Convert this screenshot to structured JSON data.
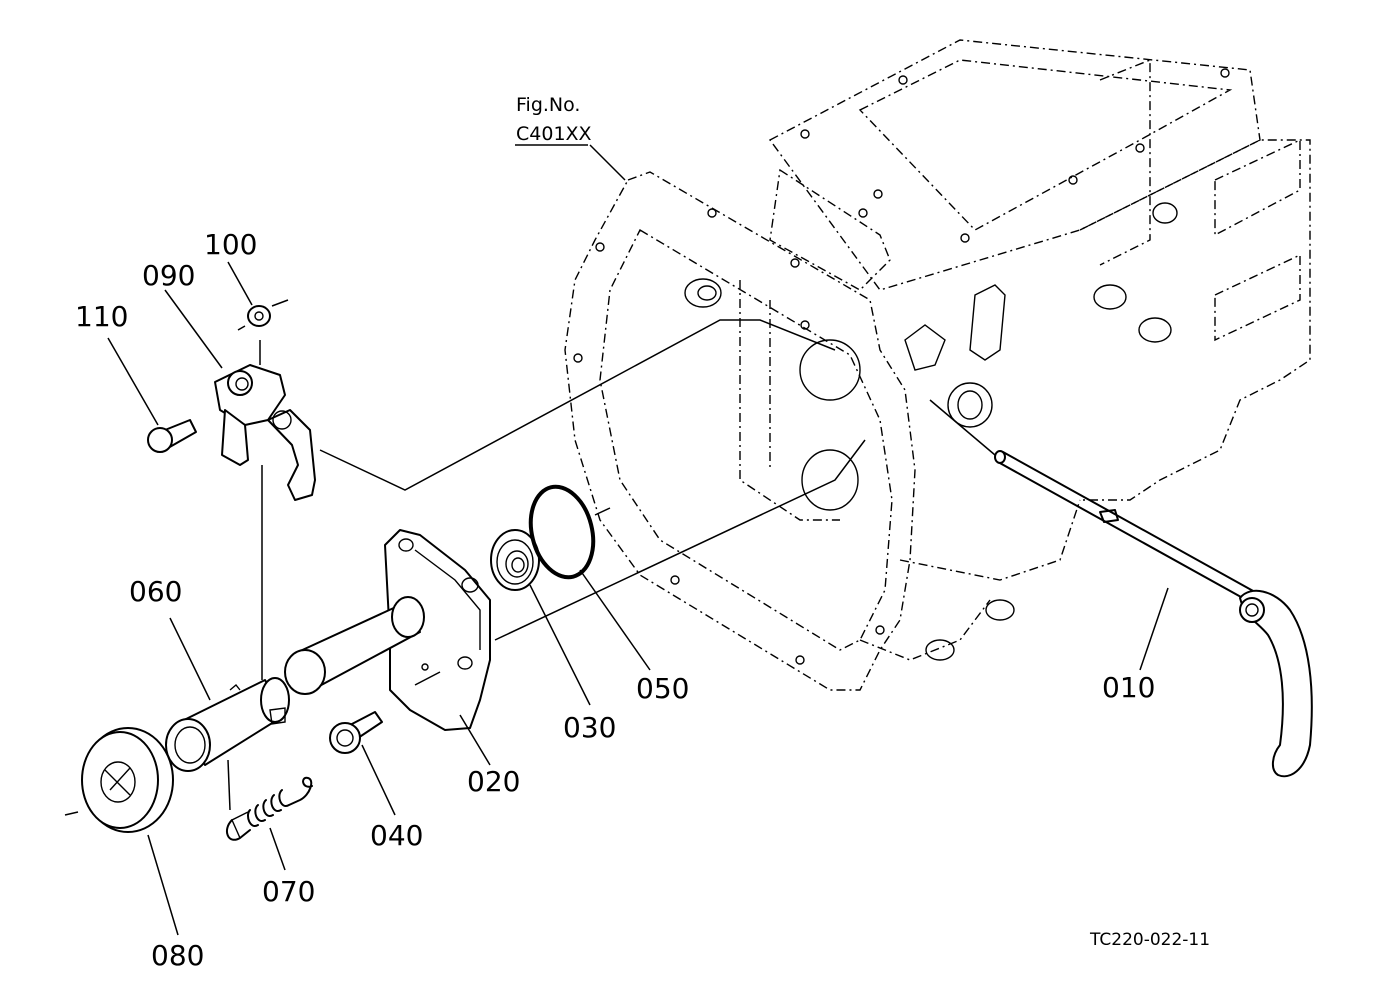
{
  "figure": {
    "label_line1": "Fig.No.",
    "label_line2": "C401XX",
    "drawing_ref": "TC220-022-11"
  },
  "parts": [
    {
      "id": "p010",
      "label": "010"
    },
    {
      "id": "p020",
      "label": "020"
    },
    {
      "id": "p030",
      "label": "030"
    },
    {
      "id": "p040",
      "label": "040"
    },
    {
      "id": "p050",
      "label": "050"
    },
    {
      "id": "p060",
      "label": "060"
    },
    {
      "id": "p070",
      "label": "070"
    },
    {
      "id": "p080",
      "label": "080"
    },
    {
      "id": "p090",
      "label": "090"
    },
    {
      "id": "p100",
      "label": "100"
    },
    {
      "id": "p110",
      "label": "110"
    }
  ]
}
